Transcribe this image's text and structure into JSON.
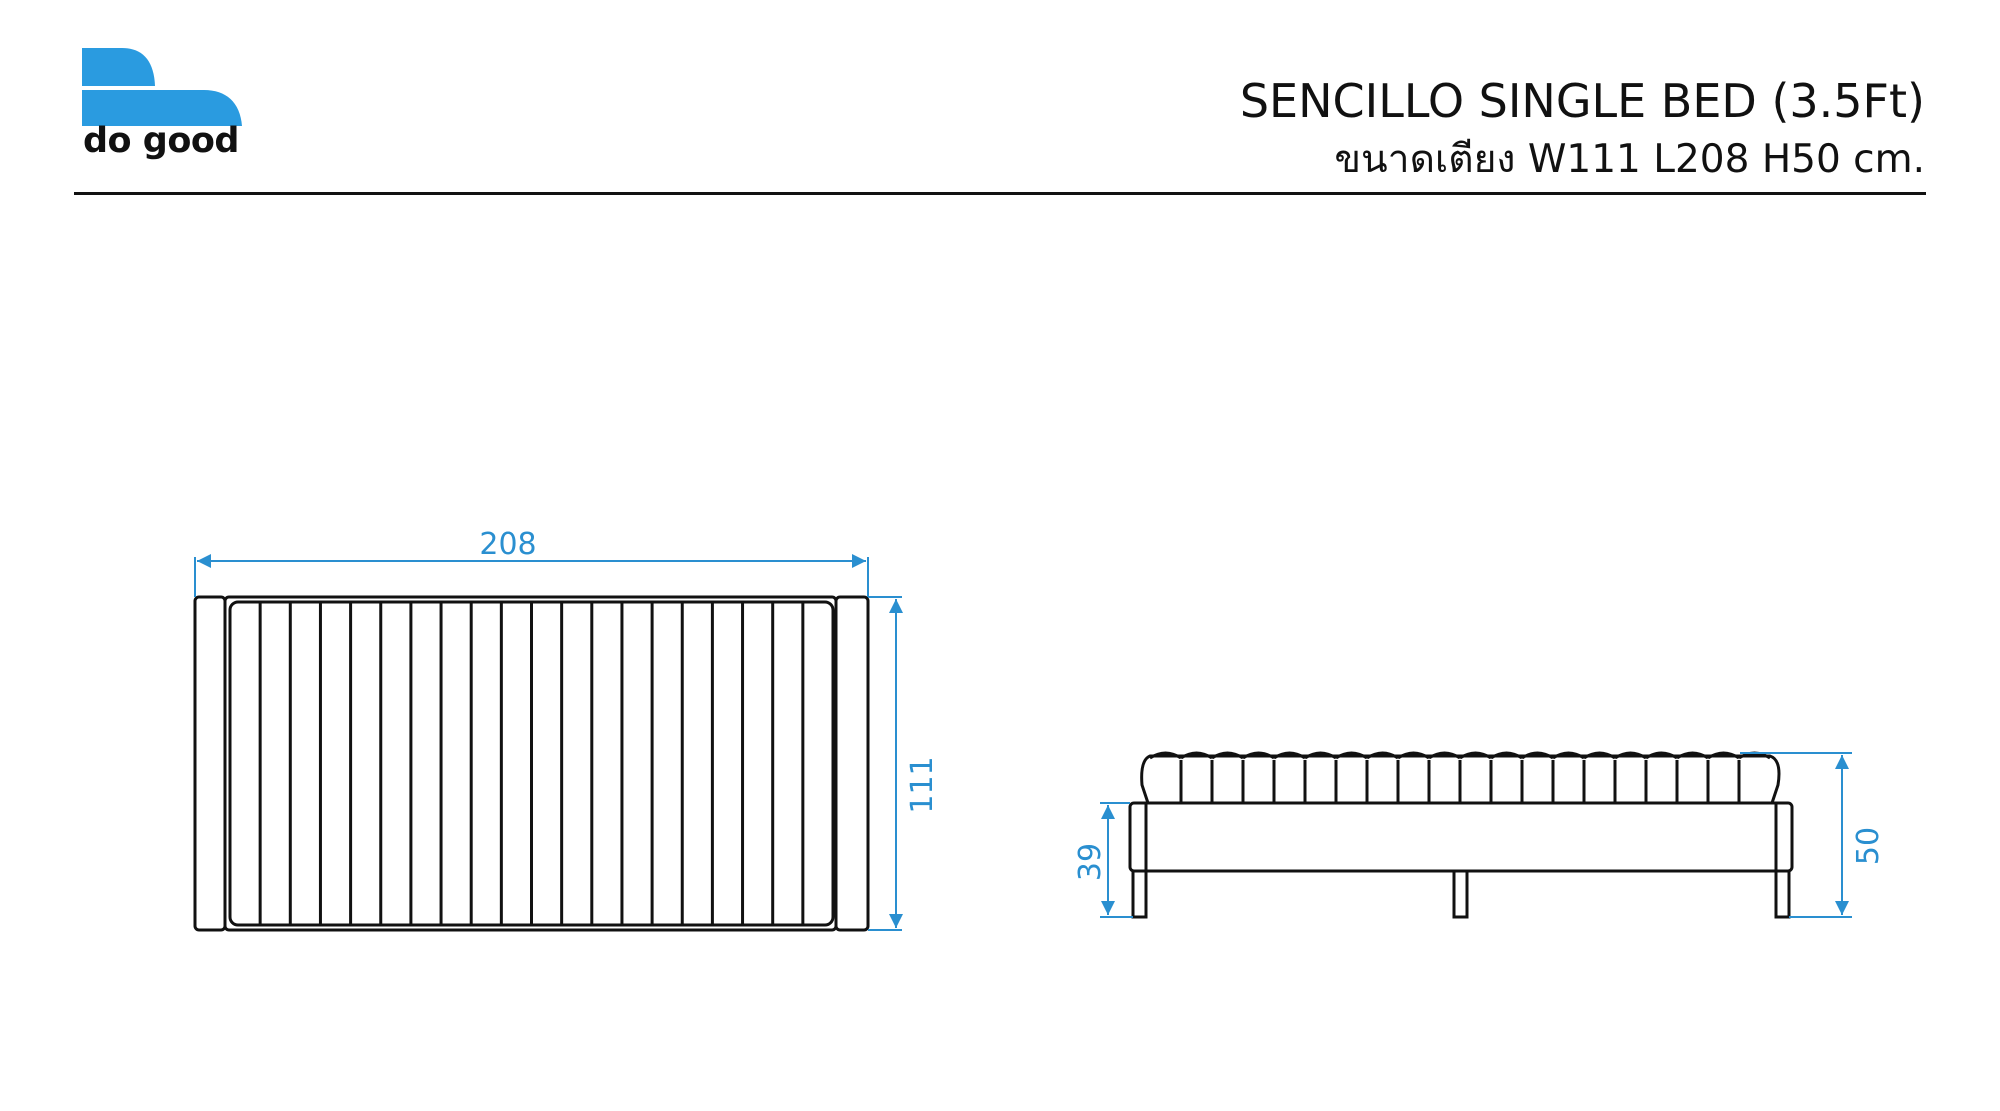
{
  "brand": {
    "name": "do good",
    "logo_color": "#2a9be0"
  },
  "header": {
    "title": "SENCILLO SINGLE BED (3.5Ft)",
    "subtitle": "ขนาดเตียง W111 L208 H50 cm."
  },
  "colors": {
    "line": "#111111",
    "dimension": "#2a8fd0"
  },
  "top_view": {
    "length_label": "208",
    "width_label": "111",
    "slat_count": 20
  },
  "side_view": {
    "frame_height_label": "39",
    "total_height_label": "50",
    "cushion_count": 20
  }
}
